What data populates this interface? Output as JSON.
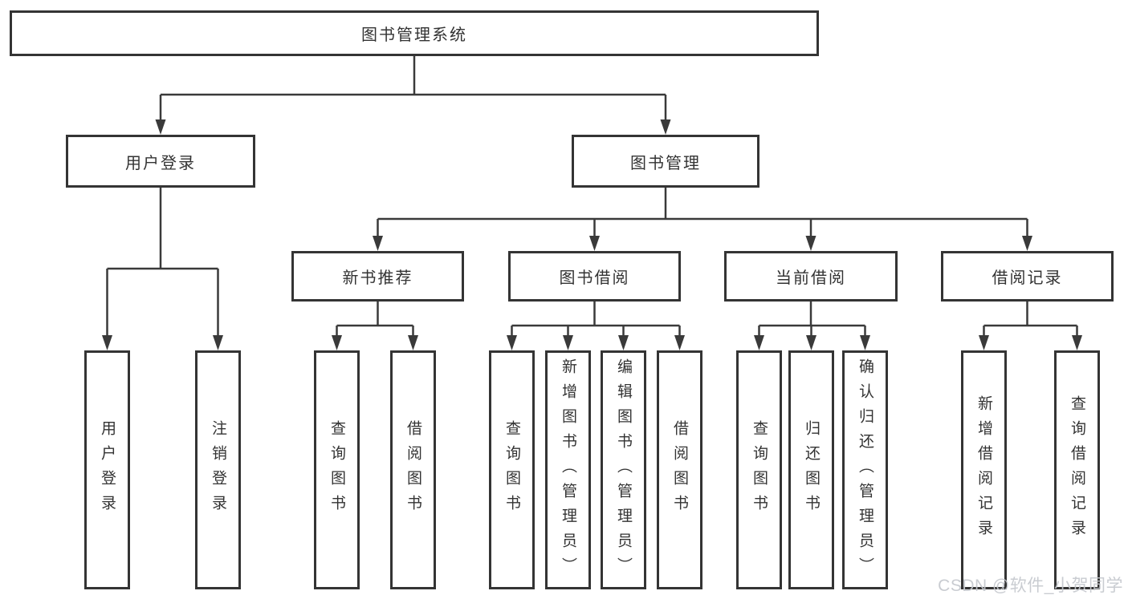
{
  "title": "图书管理系统",
  "watermark": "CSDN @软件_小贺同学",
  "colors": {
    "line": "#3a3a3a",
    "box_border": "#343434",
    "text": "#333333",
    "watermark": "#c5c8ce",
    "background": "#ffffff"
  },
  "nodes": {
    "root": {
      "label": "图书管理系统"
    },
    "userLogin": {
      "label": "用户登录"
    },
    "bookMgmt": {
      "label": "图书管理"
    },
    "newBooks": {
      "label": "新书推荐"
    },
    "bookBorrow": {
      "label": "图书借阅"
    },
    "currentBorrow": {
      "label": "当前借阅"
    },
    "borrowRecords": {
      "label": "借阅记录"
    },
    "leafUserLogin": {
      "label": "用户登录"
    },
    "leafLogout": {
      "label": "注销登录"
    },
    "leafQueryBooks1": {
      "label": "查询图书"
    },
    "leafBorrowBooks1": {
      "label": "借阅图书"
    },
    "leafQueryBooks2": {
      "label": "查询图书"
    },
    "leafAddBook": {
      "label": "新增图书（管理员）"
    },
    "leafEditBook": {
      "label": "编辑图书（管理员）"
    },
    "leafBorrowBooks2": {
      "label": "借阅图书"
    },
    "leafQueryBooks3": {
      "label": "查询图书"
    },
    "leafReturnBook": {
      "label": "归还图书"
    },
    "leafConfirmReturn": {
      "label": "确认归还（管理员）"
    },
    "leafAddRecord": {
      "label": "新增借阅记录"
    },
    "leafQueryRecord": {
      "label": "查询借阅记录"
    }
  },
  "hierarchy": {
    "图书管理系统": {
      "用户登录": [
        "用户登录",
        "注销登录"
      ],
      "图书管理": {
        "新书推荐": [
          "查询图书",
          "借阅图书"
        ],
        "图书借阅": [
          "查询图书",
          "新增图书（管理员）",
          "编辑图书（管理员）",
          "借阅图书"
        ],
        "当前借阅": [
          "查询图书",
          "归还图书",
          "确认归还（管理员）"
        ],
        "借阅记录": [
          "新增借阅记录",
          "查询借阅记录"
        ]
      }
    }
  }
}
